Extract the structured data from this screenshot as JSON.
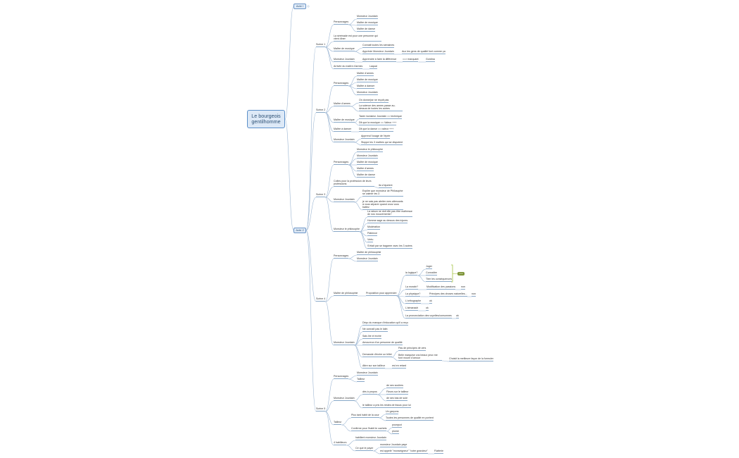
{
  "root": "Le bourgeois gentilhomme",
  "acts": [
    "Acte I",
    "Acte 2"
  ],
  "scenes": [
    "Scène 1",
    "Scène 2",
    "Scène 3",
    "Scène 4",
    "Scène 5"
  ],
  "s1": {
    "personnages": "Personnages",
    "chars": [
      "Monsieur Jourdain",
      "Maître de musique",
      "Maître de danse"
    ],
    "serenade": "La sérénade est pour une personne qui vient dîner",
    "mm": "Maître de musique",
    "mm_items": [
      "Connait toutes les semaines",
      "Apprécie Monsieur Jourdain"
    ],
    "mm_note": "Aux les gens de qualité font comme ça",
    "mj": "Monsieur Jourdain",
    "mj_item": "Apprendre à faire la différence",
    "mj_arrow": "==> marquant",
    "mj_end": "Gordina",
    "arrivee": "Arrivée du maître d'armes",
    "arrivee_val": "Laquai"
  },
  "s2": {
    "personnages": "Personnages",
    "chars": [
      "Maître d'armes",
      "Maître de musique",
      "Maître à danser",
      "Monsieur Jourdain"
    ],
    "ma": "Maître d'armes",
    "ma_items": [
      "On donne(se ne reçoit pas",
      "La science des armes passe au-dessus de toutes les autres"
    ],
    "mm": "Maître de musique",
    "mm_items": [
      "Taste monsieur Jourdain == technique",
      "Dit que la musique == Valeur +++"
    ],
    "md": "Maître à danser",
    "md_item": "Dit que la danse == valeur +++",
    "mj": "Monsieur Jourdain",
    "mj_items": [
      "Apprend l'usage de l'épée",
      "Stoppe les 3 maîtres qui se disputent"
    ]
  },
  "s3": {
    "personnages": "Personnages",
    "chars": [
      "Monsieur le philosophe",
      "Monsieur Jourdain",
      "Maître de musique",
      "Maître d'armes",
      "Maître de danse"
    ],
    "coltes": "Coltes pour la profession de leurs professions",
    "coltes_val": "ils s'injurient",
    "mj": "Monsieur Jourdain",
    "mj_items": [
      "Explire que monsieur de Philosophe se calmer les 3",
      "je ne sais pas abriter mes altercants à vous séparer quand vous vous battez"
    ],
    "mp": "Monsieur le philosophe",
    "mp_items": [
      "La raison ne doit elle pas être maîtresse de nos mouvements?",
      "Homme sage au dessus des injures",
      "Modération",
      "Patience",
      "Vertu",
      "S'était par se bagarrer avec les 3 autres"
    ]
  },
  "s4": {
    "personnages": "Personnages",
    "chars": [
      "Maître de philosophie",
      "Monsieur Jourdain"
    ],
    "mp": "Maître de philosophie",
    "propo": "Proposition pour apprendre",
    "logique": "la logique?",
    "logique_items": [
      "Juger",
      "Connaître",
      "Tirer les conséquences"
    ],
    "tag": "non",
    "morale": "La morale?",
    "morale_val": "Modification des passions",
    "morale_end": "non",
    "physique": "La physique?",
    "physique_val": "Principes des choses naturelles...",
    "physique_end": "non",
    "ortho": "L'orthographe",
    "ortho_val": "ok",
    "almanach": "L'almanach",
    "almanach_val": "ok",
    "prononc": "La prononciation des voyelles/consonnes",
    "prononc_val": "ok",
    "mj": "Monsieur Jourdain",
    "mj_items": [
      "Déçu du manque d'éducation qu'il a reçu",
      "Ne connaît pas le latin",
      "Sais lire et écrire",
      "Amoureux d'un personne de qualité"
    ],
    "billet": "Demande d'écrire un billet",
    "billet_items": [
      "Pas de principes de vers",
      "Belle marquise vos beaux yeux me font mourir d'amour"
    ],
    "billet_end": "Choisit la meilleure façon de la formuler",
    "tailleur": "Attre sur son tailleur",
    "tailleur_val": "est en retard"
  },
  "s5": {
    "personnages": "Personnages",
    "chars": [
      "Monsieur Jourdain",
      "Tailleur"
    ],
    "mj": "Monsieur Jourdain",
    "propos": "dès à propos",
    "propos_items": [
      "de ses souliers",
      "Fleurs sur le tailleur",
      "de ses bas de soie"
    ],
    "reste": "le tailleur a pris les restes de tissus pour lui",
    "tailleur": "Tailleur",
    "plus_tard": "Plus tard habit de la cour",
    "plus_tard_items": [
      "Un garçons",
      "Toutes les personnes de qualité en portent"
    ],
    "confirme": "Confirme pour l'habit te cachets",
    "confirme_items": [
      "pourquoi",
      "plume"
    ],
    "habilleurs": "4 habilleurs",
    "habillent": "habillent monsieur Jourdain",
    "payer": "Ce que le payer",
    "payer_items": [
      "monsieur Jourdain paye",
      "est appelé \"monseigneur\" \"votre grandeur\""
    ],
    "payer_end": "Flatterie"
  }
}
